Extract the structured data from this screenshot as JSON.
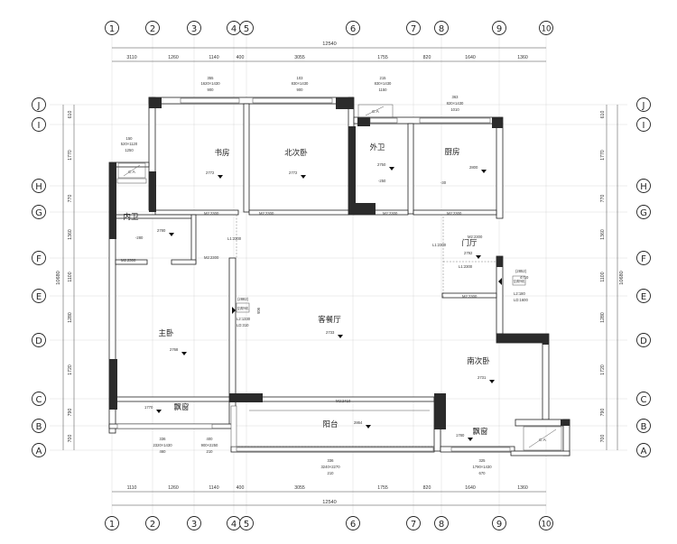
{
  "axes": {
    "columns": [
      "1",
      "2",
      "3",
      "4",
      "5",
      "6",
      "7",
      "8",
      "9",
      "10"
    ],
    "rows": [
      "J",
      "I",
      "H",
      "G",
      "F",
      "E",
      "D",
      "C",
      "B",
      "A"
    ]
  },
  "dimensions": {
    "top_segments": [
      "3110",
      "1260",
      "1140",
      "400",
      "3055",
      "1755",
      "820",
      "1640",
      "1360"
    ],
    "bottom_segments": [
      "1110",
      "1260",
      "1140",
      "400",
      "3055",
      "1755",
      "820",
      "1640",
      "1360"
    ],
    "total_width": "12540",
    "left_segments": [
      "610",
      "1770",
      "770",
      "1360",
      "1100",
      "1280",
      "1720",
      "790",
      "700"
    ],
    "right_segments": [
      "610",
      "1770",
      "770",
      "1360",
      "1100",
      "1280",
      "1720",
      "790",
      "700"
    ],
    "total_height": "10680"
  },
  "rooms": {
    "study": "书房",
    "north_bedroom": "北次卧",
    "outer_bath": "外卫",
    "kitchen": "厨房",
    "inner_bath": "内卫",
    "foyer": "门厅",
    "master_bedroom": "主卧",
    "living_dining": "客餐厅",
    "south_bedroom": "南次卧",
    "bay_window_left": "飘窗",
    "balcony": "阳台",
    "bay_window_right": "飘窗"
  },
  "heights": {
    "study": "2772",
    "north_bedroom": "2772",
    "outer_bath": "2750",
    "outer_bath_drop": "-250",
    "kitchen": "2800",
    "kitchen_drop": "-30",
    "inner_bath": "2780",
    "inner_bath_drop": "-280",
    "foyer": "2792",
    "master_bedroom": "2768",
    "living_dining": "2733",
    "south_bedroom": "2731",
    "bay_left": "1770",
    "balcony": "2864",
    "bay_right": "1780"
  },
  "window_tags": {
    "w_study": [
      "355",
      "1620×1430",
      "900"
    ],
    "w_north": [
      "103",
      "830×1430",
      "900"
    ],
    "w_outer_bath": [
      "215",
      "830×1430",
      "1150"
    ],
    "w_kitchen": [
      "363",
      "820×1430",
      "1010"
    ],
    "w_inner_bath": [
      "150",
      "520×1120",
      "1250"
    ],
    "w_bay_left": [
      "336",
      "2320×1430",
      "460"
    ],
    "w_master_side": [
      "400",
      "900×2250",
      "210"
    ],
    "w_balcony": [
      "336",
      "3240×2270",
      "210"
    ],
    "w_bay_right": [
      "325",
      "1790×1430",
      "670"
    ]
  },
  "door_tags": {
    "study": "M2:2300",
    "north_bedroom": "M2:2300",
    "outer_bath": "M2:2300",
    "kitchen": "M2:2300",
    "inner_bath": "M2:2300",
    "master": "M2:2300",
    "foyer": "M2:2300",
    "south_bedroom": "M2:2300",
    "balcony": "M2:2410"
  },
  "beam_tags": {
    "b1": "L1:2300",
    "b2": "L1:2300",
    "b3": "L1:2300"
  },
  "ac_left": {
    "tag": "(2882)",
    "box": "空调外机",
    "l1": "L2:1330",
    "l2": "LD:310",
    "side": "905"
  },
  "ac_right": {
    "tag": "(2852)",
    "side": "4710",
    "box": "空调外机",
    "l1": "L2:180",
    "l2": "LD:1600"
  },
  "ca_label": "C A"
}
